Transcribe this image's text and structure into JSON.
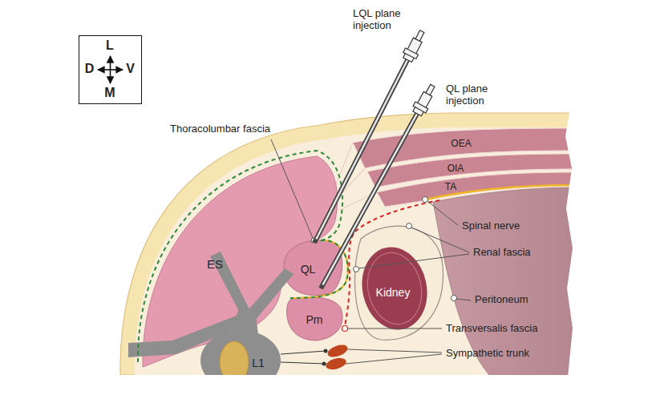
{
  "diagram": {
    "nodes": [
      {
        "text": [
          "L",
          "D",
          "V",
          "M"
        ]
      },
      {
        "text": [
          "ES"
        ]
      },
      {
        "text": [
          "QL"
        ]
      },
      {
        "text": [
          "Pm"
        ]
      },
      {
        "text": [
          "Kidney"
        ]
      },
      {
        "text": [
          "L1"
        ]
      },
      {
        "text": [
          "OEA"
        ]
      },
      {
        "text": [
          "OIA"
        ]
      },
      {
        "text": [
          "TA"
        ]
      }
    ],
    "labels": [
      "LQL plane injection",
      "QL plane injection",
      "Thoracolumbar fascia",
      "Spinal nerve",
      "Renal fascia",
      "Peritoneum",
      "Transversalis fascia",
      "Sympathetic trunk"
    ]
  }
}
